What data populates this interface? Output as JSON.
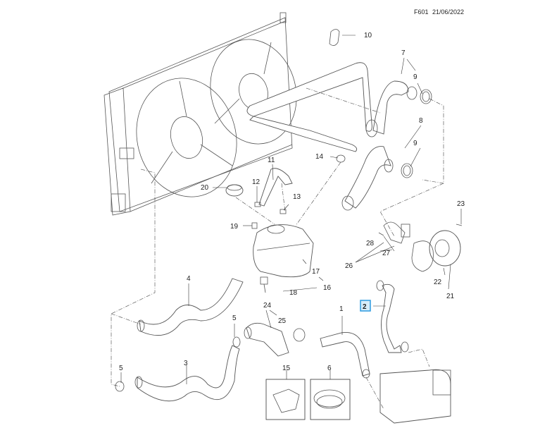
{
  "header": {
    "code": "F601",
    "date": "21/06/2022"
  },
  "highlighted_part": "2",
  "highlight_color": "#2f9be0",
  "callouts": [
    {
      "id": "callout-1",
      "label": "1"
    },
    {
      "id": "callout-2",
      "label": "2"
    },
    {
      "id": "callout-3",
      "label": "3"
    },
    {
      "id": "callout-4",
      "label": "4"
    },
    {
      "id": "callout-5a",
      "label": "5"
    },
    {
      "id": "callout-5b",
      "label": "5"
    },
    {
      "id": "callout-6",
      "label": "6"
    },
    {
      "id": "callout-7",
      "label": "7"
    },
    {
      "id": "callout-8",
      "label": "8"
    },
    {
      "id": "callout-9a",
      "label": "9"
    },
    {
      "id": "callout-9b",
      "label": "9"
    },
    {
      "id": "callout-10",
      "label": "10"
    },
    {
      "id": "callout-11",
      "label": "11"
    },
    {
      "id": "callout-12",
      "label": "12"
    },
    {
      "id": "callout-13",
      "label": "13"
    },
    {
      "id": "callout-14",
      "label": "14"
    },
    {
      "id": "callout-15",
      "label": "15"
    },
    {
      "id": "callout-16",
      "label": "16"
    },
    {
      "id": "callout-17",
      "label": "17"
    },
    {
      "id": "callout-18",
      "label": "18"
    },
    {
      "id": "callout-19",
      "label": "19"
    },
    {
      "id": "callout-20",
      "label": "20"
    },
    {
      "id": "callout-21",
      "label": "21"
    },
    {
      "id": "callout-22",
      "label": "22"
    },
    {
      "id": "callout-23",
      "label": "23"
    },
    {
      "id": "callout-24",
      "label": "24"
    },
    {
      "id": "callout-25",
      "label": "25"
    },
    {
      "id": "callout-26",
      "label": "26"
    },
    {
      "id": "callout-27",
      "label": "27"
    },
    {
      "id": "callout-28",
      "label": "28"
    }
  ]
}
